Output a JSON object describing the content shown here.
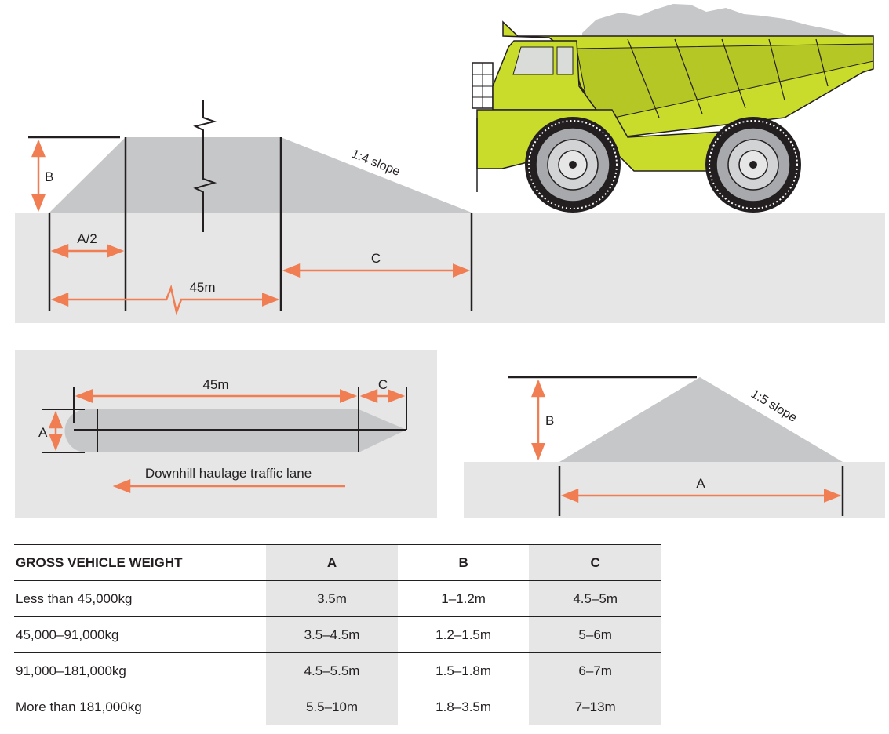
{
  "side_view": {
    "label_b": "B",
    "label_a_half": "A/2",
    "label_45m": "45m",
    "label_c": "C",
    "slope_label": "1:4 slope"
  },
  "plan_view": {
    "label_45m": "45m",
    "label_c": "C",
    "label_a": "A",
    "lane_label": "Downhill haulage traffic lane"
  },
  "berm_view": {
    "label_b": "B",
    "label_a": "A",
    "slope_label": "1:5 slope"
  },
  "colors": {
    "arrow": "#f07e52",
    "mound": "#c6c7c8",
    "ground": "#e6e6e7",
    "truck_body": "#c9dc2c",
    "line": "#231f20"
  },
  "table": {
    "headers": [
      "GROSS VEHICLE WEIGHT",
      "A",
      "B",
      "C"
    ],
    "rows": [
      [
        "Less than 45,000kg",
        "3.5m",
        "1–1.2m",
        "4.5–5m"
      ],
      [
        "45,000–91,000kg",
        "3.5–4.5m",
        "1.2–1.5m",
        "5–6m"
      ],
      [
        "91,000–181,000kg",
        "4.5–5.5m",
        "1.5–1.8m",
        "6–7m"
      ],
      [
        "More than 181,000kg",
        "5.5–10m",
        "1.8–3.5m",
        "7–13m"
      ]
    ]
  }
}
